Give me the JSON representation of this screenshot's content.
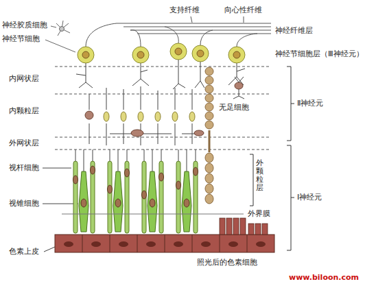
{
  "diagram": {
    "labels": [
      "支持纤维",
      "向心性纤维",
      "神经胶质细胞",
      "神经节细胞",
      "神经纤维层",
      "神经节细胞层（Ⅲ神经元）",
      "内网状层",
      "Ⅱ神经元",
      "内颗粒层",
      "无足细胞",
      "外网状层",
      "视杆细胞",
      "外颗粒层",
      "Ⅰ神经元",
      "视锥细胞",
      "外界膜",
      "色素上皮",
      "照光后的色素细胞",
      "www.biloon.com"
    ]
  }
}
